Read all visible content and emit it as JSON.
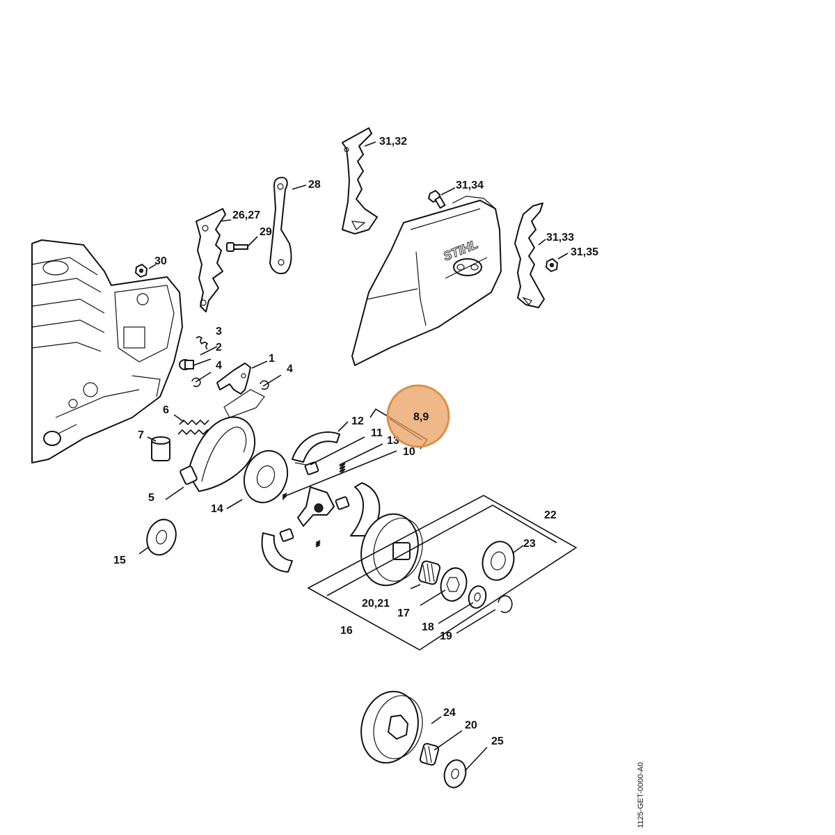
{
  "callouts": {
    "c1": "1",
    "c2": "2",
    "c3": "3",
    "c4a": "4",
    "c4b": "4",
    "c5": "5",
    "c6": "6",
    "c7": "7",
    "c8_9": "8,9",
    "c10": "10",
    "c11": "11",
    "c12": "12",
    "c13": "13",
    "c14": "14",
    "c15": "15",
    "c16": "16",
    "c17": "17",
    "c18": "18",
    "c19": "19",
    "c20": "20",
    "c20_21": "20,21",
    "c22": "22",
    "c23": "23",
    "c24": "24",
    "c25": "25",
    "c26_27": "26,27",
    "c28": "28",
    "c29": "29",
    "c30": "30",
    "c31_32": "31,32",
    "c31_33": "31,33",
    "c31_34": "31,34",
    "c31_35": "31,35"
  },
  "brand_text": "STIHL",
  "document_id": "1125-GET-0000-A0",
  "highlight": {
    "label": "8,9",
    "color": "#E8A060"
  }
}
